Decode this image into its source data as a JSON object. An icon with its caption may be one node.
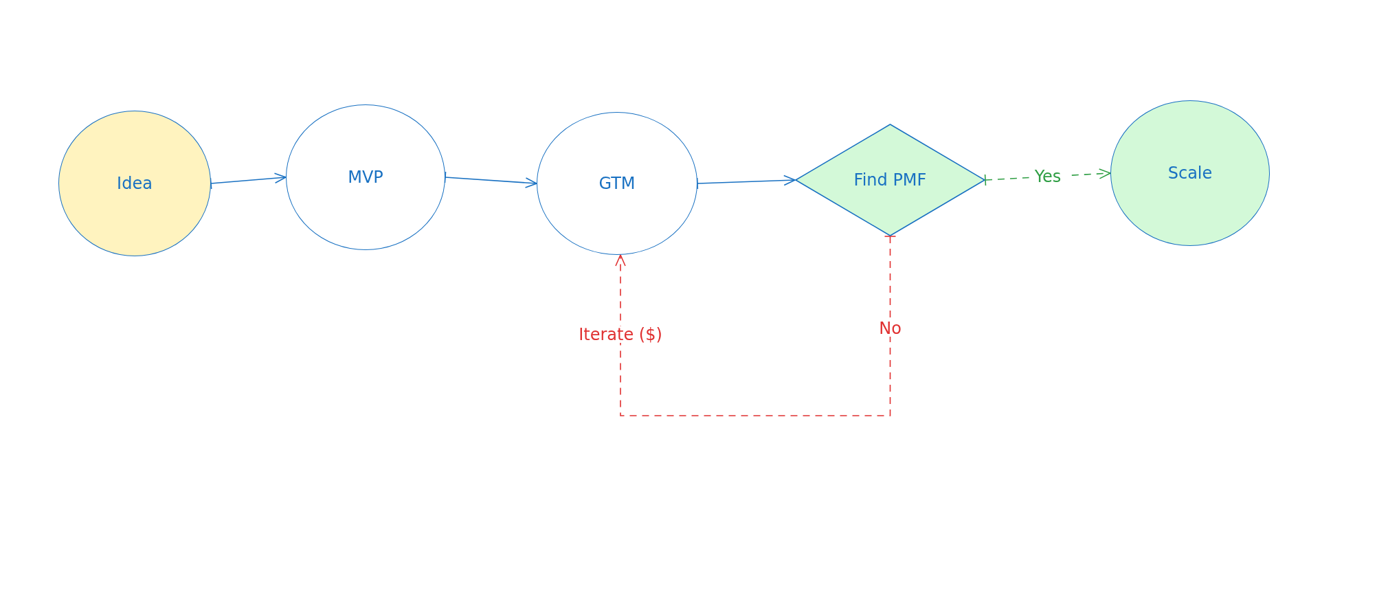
{
  "diagram": {
    "nodes": [
      {
        "text": [
          "Idea"
        ]
      },
      {
        "text": [
          "MVP"
        ]
      },
      {
        "text": [
          "GTM"
        ]
      },
      {
        "text": [
          "Find PMF"
        ]
      },
      {
        "text": [
          "Scale"
        ]
      }
    ],
    "edges": [
      {
        "from": 0,
        "to": 1,
        "arrow": "to"
      },
      {
        "from": 1,
        "to": 2,
        "arrow": "to"
      },
      {
        "from": 2,
        "to": 3,
        "arrow": "to"
      },
      {
        "from": 3,
        "to": 4,
        "arrow": "to",
        "label": "Yes",
        "style": "dashed",
        "color": "#2f9e44"
      },
      {
        "from": 3,
        "to": 2,
        "arrow": "to",
        "label": "No",
        "style": "dashed",
        "color": "#e03131"
      }
    ],
    "labels": [
      "Iterate ($)"
    ]
  }
}
